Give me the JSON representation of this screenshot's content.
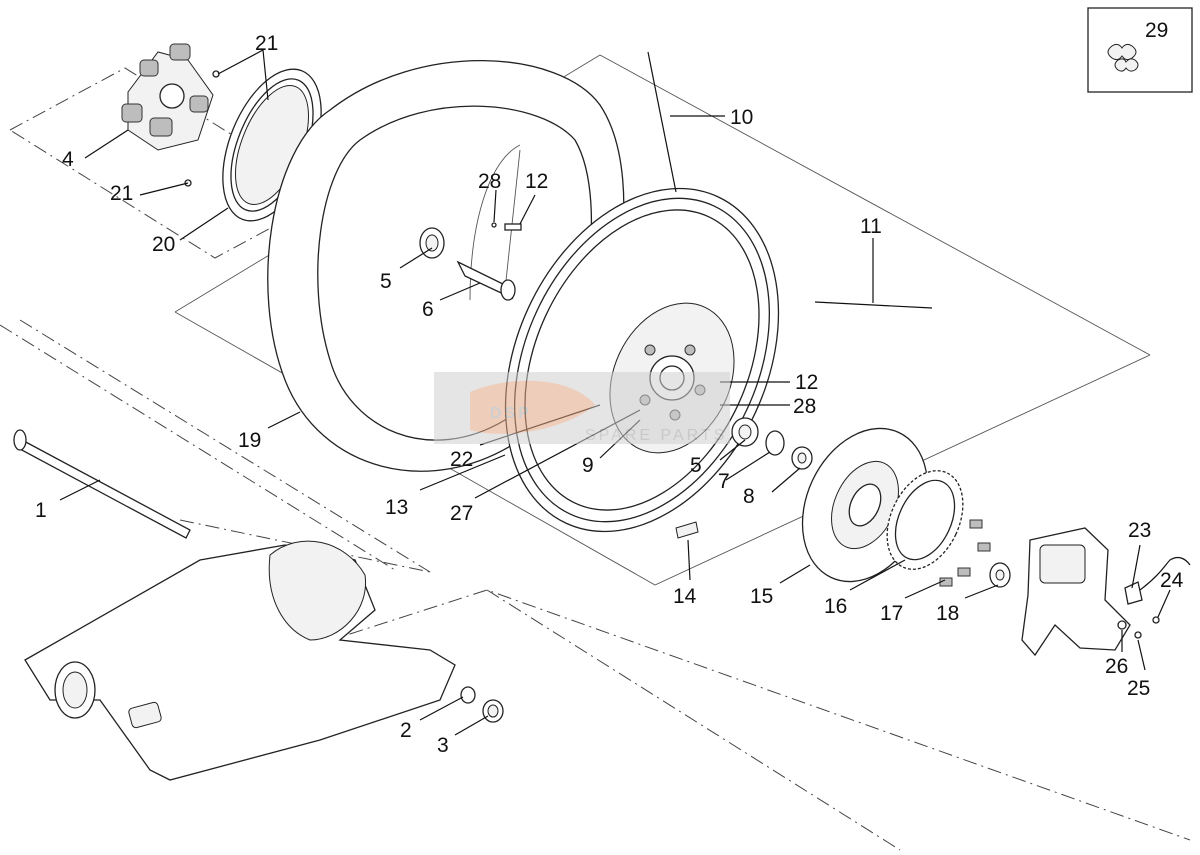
{
  "callouts": {
    "c1": "1",
    "c2": "2",
    "c3": "3",
    "c4": "4",
    "c5a": "5",
    "c5b": "5",
    "c6": "6",
    "c7": "7",
    "c8": "8",
    "c9": "9",
    "c10": "10",
    "c11": "11",
    "c12a": "12",
    "c12b": "12",
    "c13": "13",
    "c14": "14",
    "c15": "15",
    "c16": "16",
    "c17": "17",
    "c18": "18",
    "c19": "19",
    "c20": "20",
    "c21a": "21",
    "c21b": "21",
    "c22": "22",
    "c23": "23",
    "c24": "24",
    "c25": "25",
    "c26": "26",
    "c27": "27",
    "c28a": "28",
    "c28b": "28",
    "c29": "29"
  },
  "watermark": {
    "logo_text": "DSP",
    "text": "SPARE PARTS"
  }
}
